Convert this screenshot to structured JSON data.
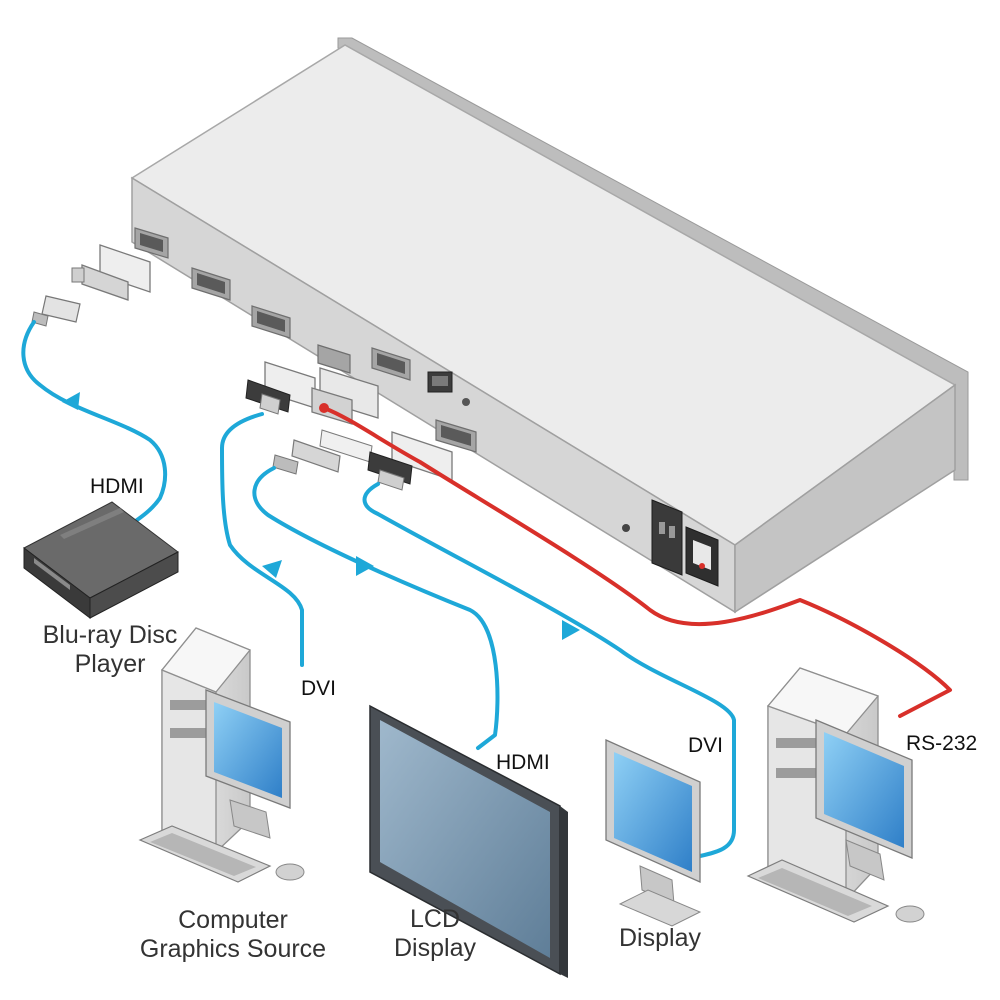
{
  "cables": {
    "hdmi_in": "HDMI",
    "dvi_in": "DVI",
    "hdmi_out": "HDMI",
    "dvi_out": "DVI",
    "rs232": "RS-232"
  },
  "devices": {
    "bluray": {
      "line1": "Blu-ray Disc",
      "line2": "Player"
    },
    "computer_source": {
      "line1": "Computer",
      "line2": "Graphics Source"
    },
    "lcd": {
      "line1": "LCD",
      "line2": "Display"
    },
    "display": {
      "line1": "Display"
    }
  },
  "colors": {
    "video_cable": "#1ea8d8",
    "control_cable": "#d8302a",
    "chassis_top": "#ececec",
    "chassis_front": "#d9d9d9",
    "screen": "#5aa7e0"
  }
}
